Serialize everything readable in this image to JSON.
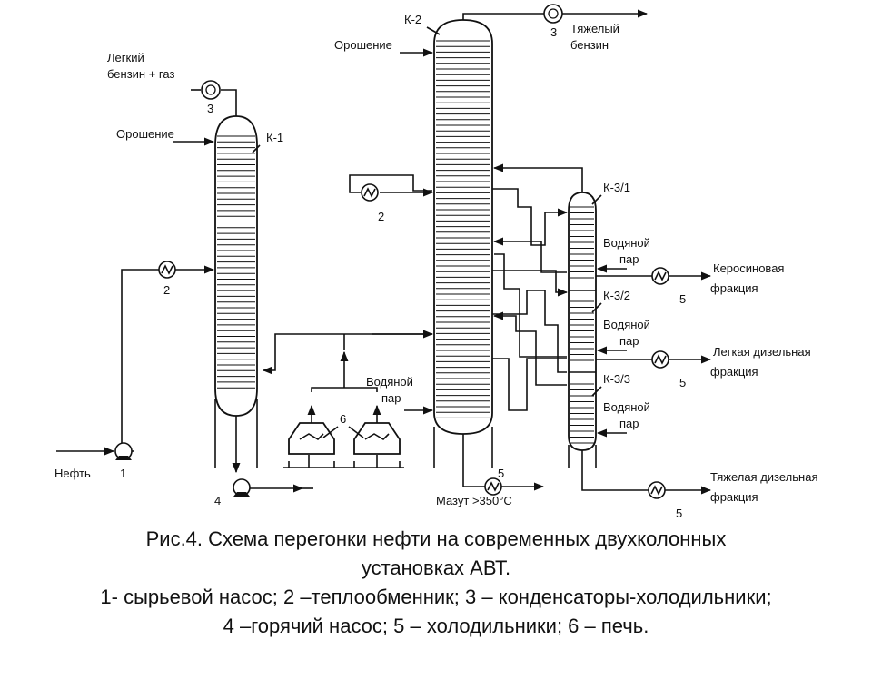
{
  "diagram": {
    "labels": {
      "k1": "К-1",
      "k2": "К-2",
      "k3_1": "К-3/1",
      "k3_2": "К-3/2",
      "k3_3": "К-3/3",
      "reflux_k1": "Орошение",
      "reflux_k2": "Орошение",
      "light_gasoline_1": "Легкий",
      "light_gasoline_2": "бензин + газ",
      "heavy_gasoline_1": "Тяжелый",
      "heavy_gasoline_2": "бензин",
      "oil": "Нефть",
      "steam_k2_1": "Водяной",
      "steam_k2_2": "пар",
      "steam_a_1": "Водяной",
      "steam_a_2": "пар",
      "steam_b_1": "Водяной",
      "steam_b_2": "пар",
      "steam_c_1": "Водяной",
      "steam_c_2": "пар",
      "kerosene_1": "Керосиновая",
      "kerosene_2": "фракция",
      "light_diesel_1": "Легкая дизельная",
      "light_diesel_2": "фракция",
      "heavy_diesel_1": "Тяжелая дизельная",
      "heavy_diesel_2": "фракция",
      "mazut": "Мазут >350°С"
    },
    "numbers": {
      "pump_raw": "1",
      "hx_left": "2",
      "hx_top": "2",
      "cond_k1": "3",
      "cond_k2": "3",
      "hot_pump": "4",
      "cooler_mazut": "5",
      "cooler_kero": "5",
      "cooler_ldiesel": "5",
      "cooler_hdiesel": "5",
      "furnace": "6"
    }
  },
  "caption": {
    "line1": "Рис.4. Схема перегонки нефти на современных двухколонных",
    "line2": "установках АВТ.",
    "line3": "1- сырьевой насос; 2 –теплообменник; 3 – конденсаторы-холодильники;",
    "line4": "4 –горячий насос; 5 – холодильники; 6 – печь."
  }
}
